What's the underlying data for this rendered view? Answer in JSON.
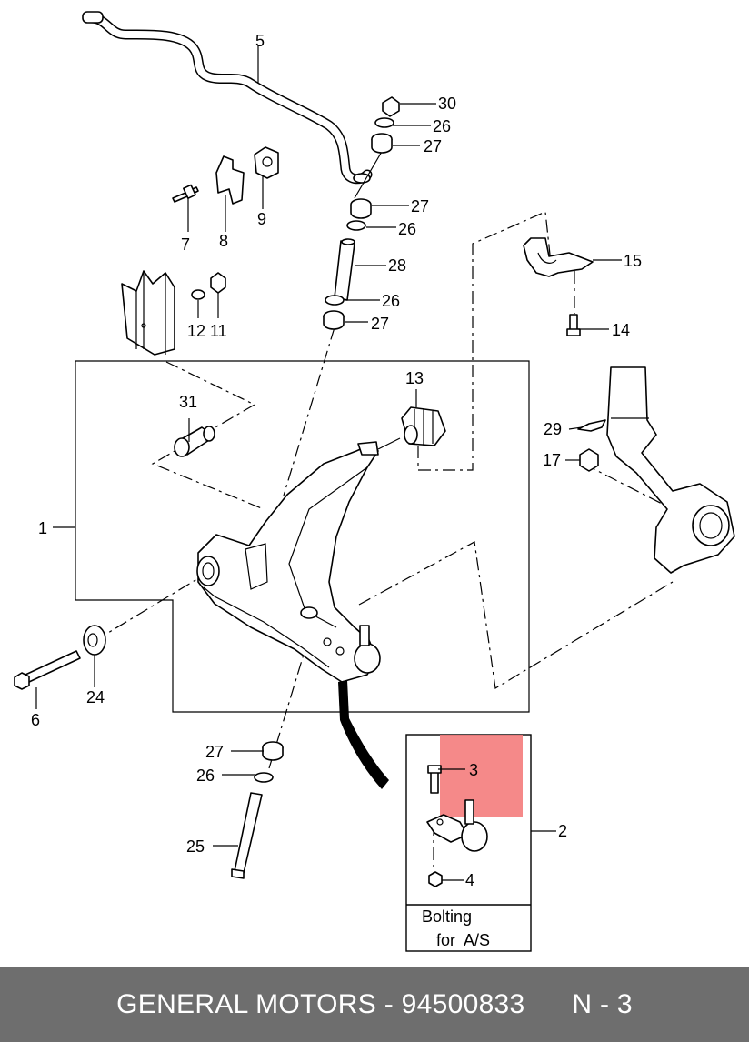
{
  "callouts": {
    "c1": "1",
    "c2": "2",
    "c3": "3",
    "c4": "4",
    "c5": "5",
    "c6": "6",
    "c7": "7",
    "c8": "8",
    "c9": "9",
    "c11": "11",
    "c12": "12",
    "c13": "13",
    "c14": "14",
    "c15": "15",
    "c17": "17",
    "c24": "24",
    "c25": "25",
    "c26a": "26",
    "c26b": "26",
    "c26c": "26",
    "c26d": "26",
    "c27a": "27",
    "c27b": "27",
    "c27c": "27",
    "c27d": "27",
    "c28": "28",
    "c29": "29",
    "c30": "30",
    "c31": "31"
  },
  "inset": {
    "note_line1": "Bolting",
    "note_line2": "for  A/S",
    "highlight_color": "#f47c7c"
  },
  "footer": {
    "brand": "GENERAL MOTORS",
    "separator": "-",
    "part_number": "94500833",
    "index": "N - 3",
    "background_color": "#6e6e6e",
    "text_color": "#ffffff"
  }
}
